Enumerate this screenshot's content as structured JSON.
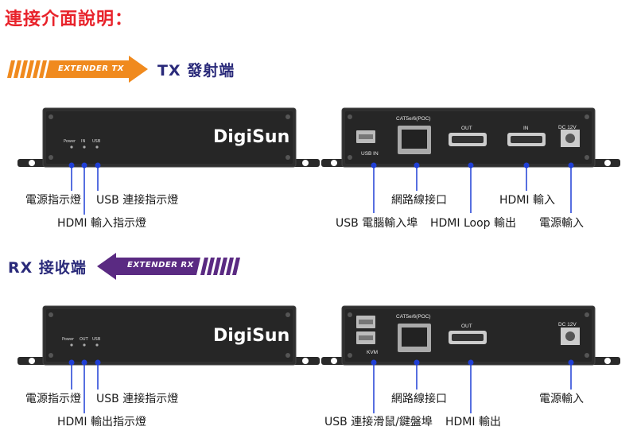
{
  "title": "連接介面說明：",
  "tx": {
    "ribbon": "EXTENDER TX",
    "label": "TX 發射端",
    "front": {
      "brand": "DigiSun",
      "indicator_labels": [
        "Power",
        "IN",
        "USB"
      ],
      "callouts": [
        "電源指示燈",
        "USB 連接指示燈",
        "HDMI 輸入指示燈"
      ]
    },
    "back": {
      "port_labels": [
        "USB IN",
        "CAT5e/6(POC)",
        "OUT",
        "IN",
        "DC 12V"
      ],
      "callouts": [
        "網路線接口",
        "HDMI 輸入",
        "USB 電腦輸入埠",
        "HDMI Loop 輸出",
        "電源輸入"
      ]
    }
  },
  "rx": {
    "ribbon": "EXTENDER RX",
    "label": "RX 接收端",
    "front": {
      "brand": "DigiSun",
      "indicator_labels": [
        "Power",
        "OUT",
        "USB"
      ],
      "callouts": [
        "電源指示燈",
        "USB 連接指示燈",
        "HDMI 輸出指示燈"
      ]
    },
    "back": {
      "port_labels": [
        "KVM",
        "CAT5e/6(POC)",
        "OUT",
        "DC 12V"
      ],
      "callouts": [
        "網路線接口",
        "電源輸入",
        "USB 連接滑鼠/鍵盤埠",
        "HDMI 輸出"
      ]
    }
  },
  "colors": {
    "title": "#e8222a",
    "ribbon": "#f08a1e",
    "ribbon_rx": "#5a2a82",
    "callout_line": "#1f3fd6",
    "device": "#2b2b2b"
  }
}
